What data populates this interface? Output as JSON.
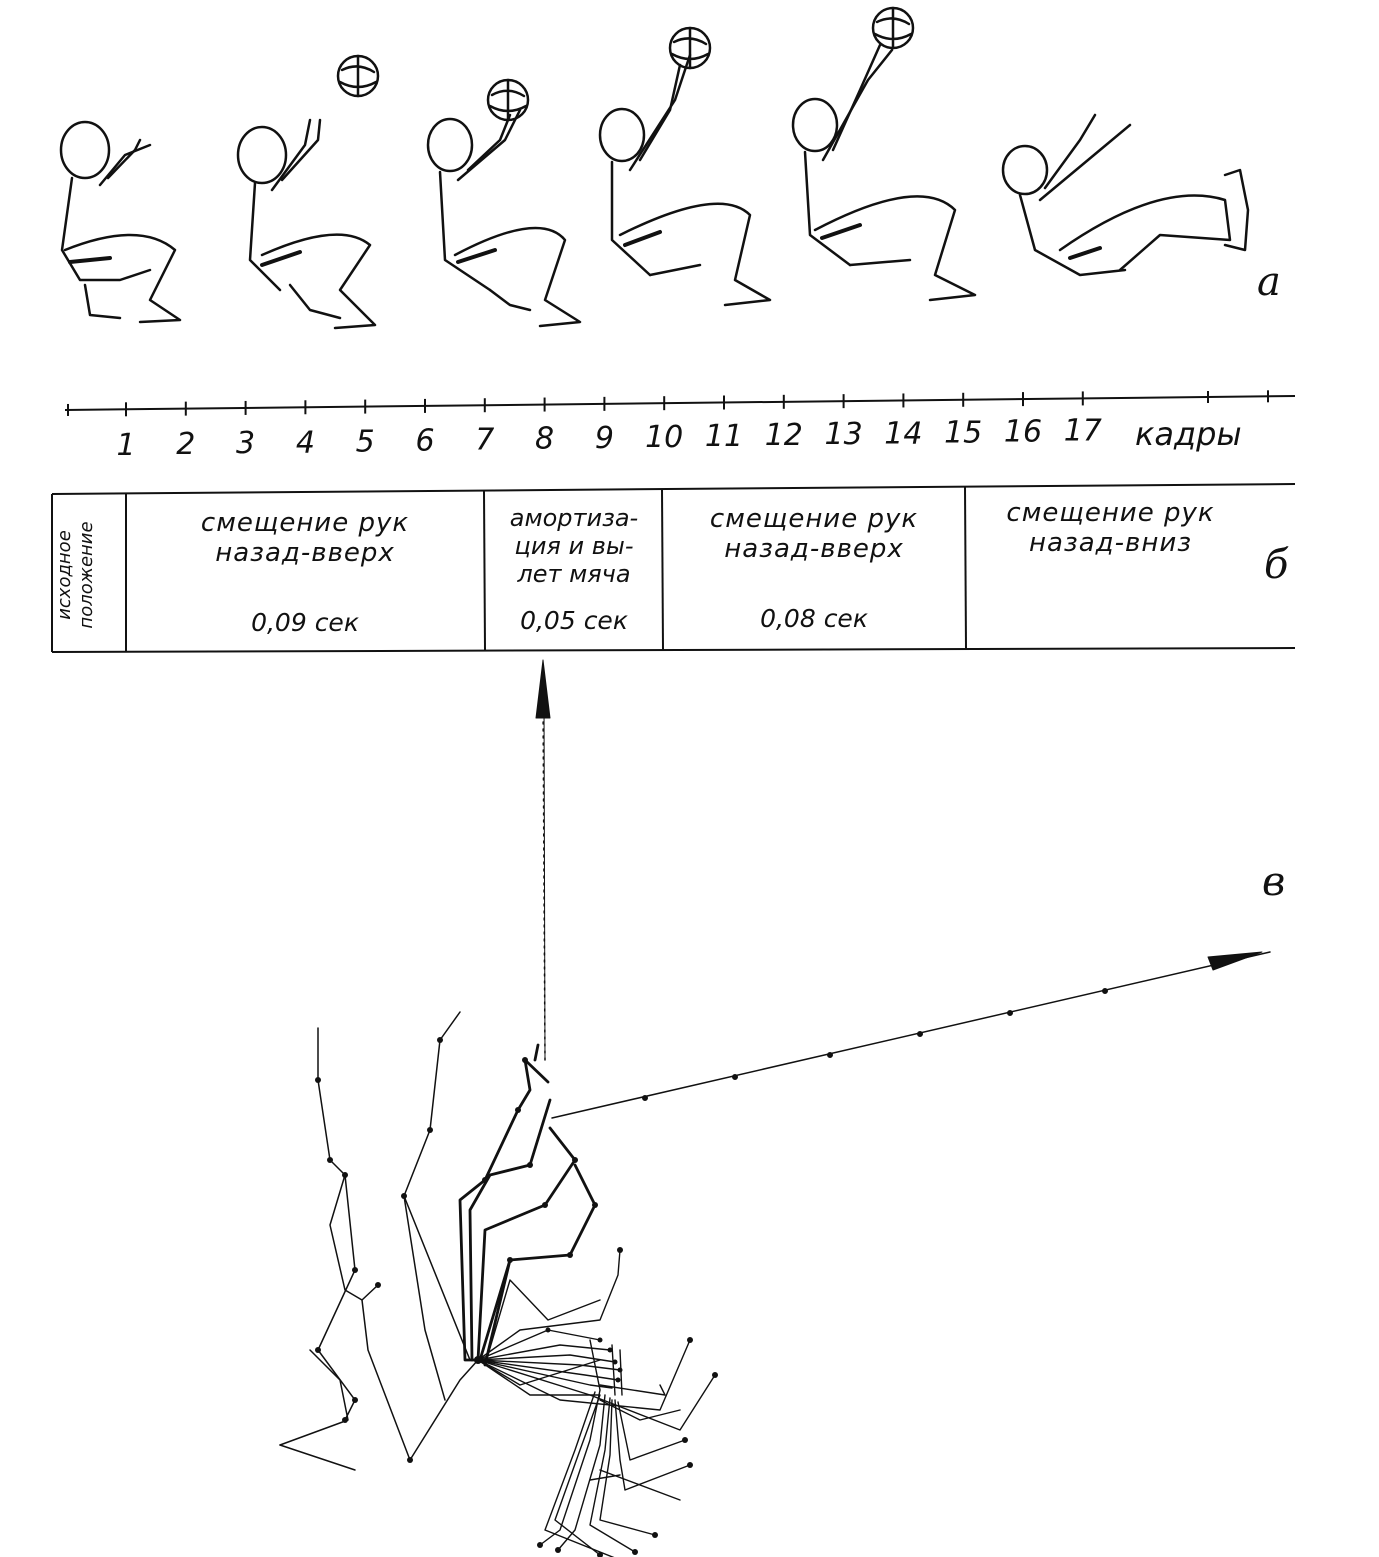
{
  "panel_labels": {
    "a": "а",
    "b": "б",
    "v": "в"
  },
  "timeline": {
    "ticks": [
      "1",
      "2",
      "3",
      "4",
      "5",
      "6",
      "7",
      "8",
      "9",
      "10",
      "11",
      "12",
      "13",
      "14",
      "15",
      "16",
      "17"
    ],
    "unit_label": "кадры"
  },
  "phases": {
    "initial": "исходное\nположение",
    "phase1": {
      "text": "смещение рук\nназад-вверх",
      "duration": "0,09 сек"
    },
    "phase2": {
      "text": "амортиза-\nция и вы-\nлет мяча",
      "duration": "0,05 сек"
    },
    "phase3": {
      "text": "смещение рук\nназад-вверх",
      "duration": "0,08 сек"
    },
    "phase4": {
      "text": "смещение рук\nназад-вниз"
    }
  },
  "colors": {
    "ink": "#111111",
    "paper": "#ffffff"
  }
}
